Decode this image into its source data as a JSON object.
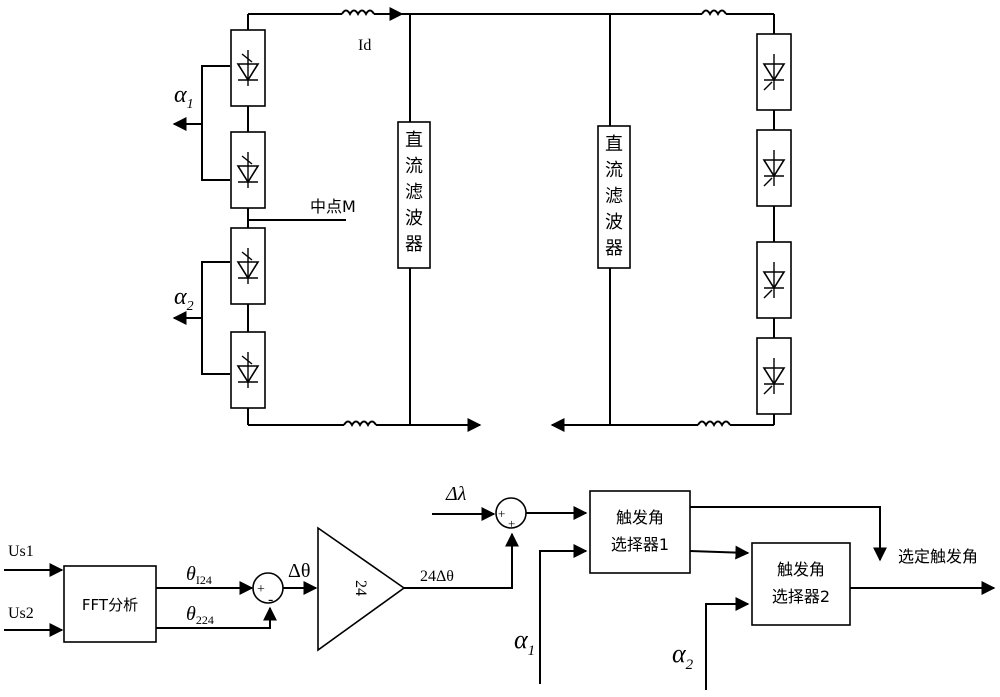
{
  "circuit": {
    "current_label": "Id",
    "midpoint_label": "中点M",
    "filter_left_chars": [
      "直",
      "流",
      "滤",
      "波",
      "器"
    ],
    "filter_right_chars": [
      "直",
      "流",
      "滤",
      "波",
      "器"
    ],
    "alpha_symbol": "α",
    "alpha1_sub": "1",
    "alpha2_sub": "2"
  },
  "control": {
    "input1": "Us1",
    "input2": "Us2",
    "fft_block": "FFT分析",
    "theta_symbol": "θ",
    "theta1_sub": "I24",
    "theta2_sub": "224",
    "plus_sign": "+",
    "minus_sign": "-",
    "delta_theta": "Δθ",
    "gain_value": "24",
    "gain_output": "24Δθ",
    "delta_lambda": "Δλ",
    "selector1_line1": "触发角",
    "selector1_line2": "选择器1",
    "selector2_line1": "触发角",
    "selector2_line2": "选择器2",
    "output_label": "选定触发角",
    "alpha_symbol": "α",
    "alpha1_sub": "1",
    "alpha2_sub": "2"
  }
}
